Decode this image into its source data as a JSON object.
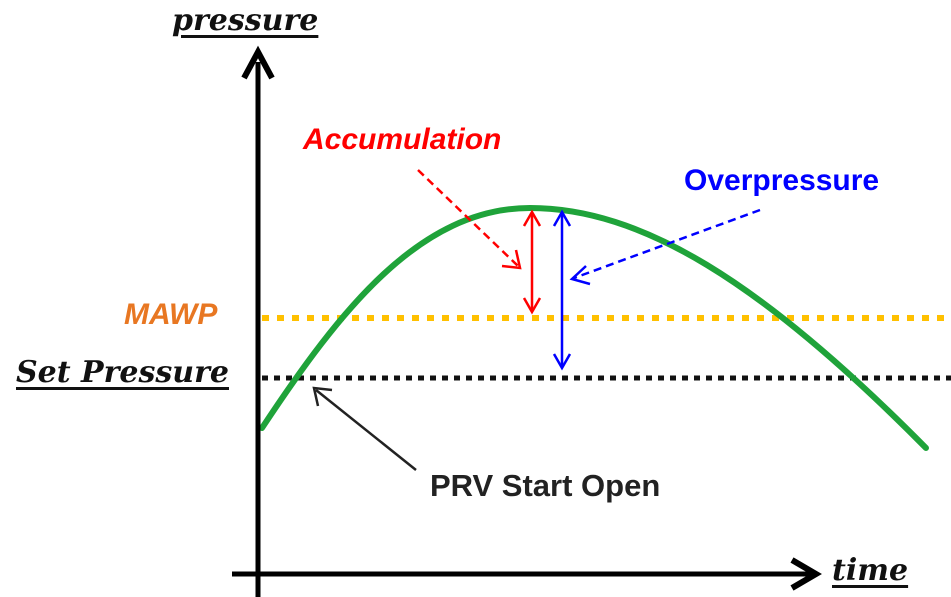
{
  "diagram": {
    "axis_labels": {
      "y": "pressure",
      "x": "time"
    },
    "levels": {
      "mawp": {
        "label": "MAWP",
        "color": "#E87722",
        "line_color": "#FFC000"
      },
      "set_pressure": {
        "label": "Set Pressure",
        "color": "#111111",
        "line_color": "#111111"
      }
    },
    "annotations": {
      "accumulation": {
        "label": "Accumulation",
        "color": "#FF0000"
      },
      "overpressure": {
        "label": "Overpressure",
        "color": "#0000FF"
      },
      "prv_start_open": {
        "label": "PRV Start Open",
        "color": "#222222"
      }
    },
    "curve": {
      "name": "pressure-curve",
      "color": "#1FA33A"
    }
  }
}
